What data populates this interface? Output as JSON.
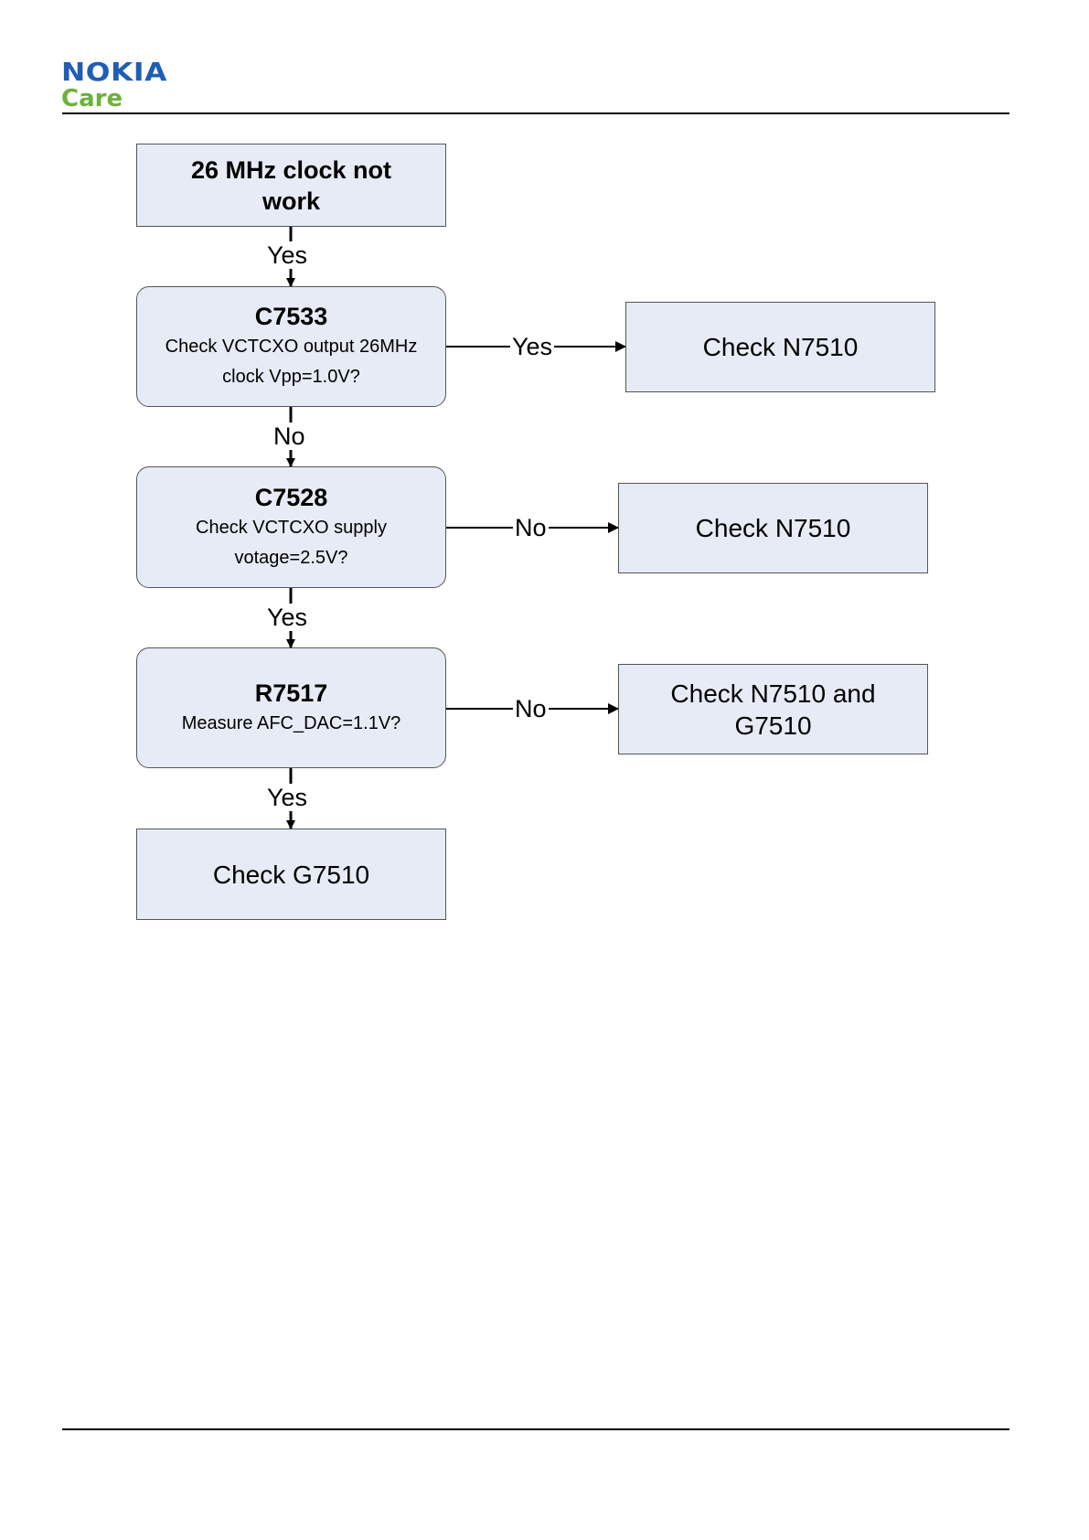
{
  "header": {
    "logo_nokia": "NOKIA",
    "logo_care": "Care"
  },
  "flow": {
    "start": {
      "title": "26 MHz clock not work"
    },
    "step1": {
      "title": "C7533",
      "line1": "Check VCTCXO output 26MHz",
      "line2": "clock Vpp=1.0V?"
    },
    "step2": {
      "title": "C7528",
      "line1": "Check VCTCXO supply",
      "line2": "votage=2.5V?"
    },
    "step3": {
      "title": "R7517",
      "line1": "Measure AFC_DAC=1.1V?"
    },
    "end": {
      "text": "Check G7510"
    },
    "side1": {
      "text": "Check N7510"
    },
    "side2": {
      "text": "Check N7510"
    },
    "side3": {
      "line1": "Check N7510 and",
      "line2": "G7510"
    }
  },
  "edges": {
    "start_to_step1": "Yes",
    "step1_to_step2": "No",
    "step2_to_step3": "Yes",
    "step3_to_end": "Yes",
    "step1_to_side1": "Yes",
    "step2_to_side2": "No",
    "step3_to_side3": "No"
  },
  "colors": {
    "box_fill": "#e6ebf5",
    "nokia_blue": "#1f5eb5",
    "care_green": "#6cb23a"
  }
}
